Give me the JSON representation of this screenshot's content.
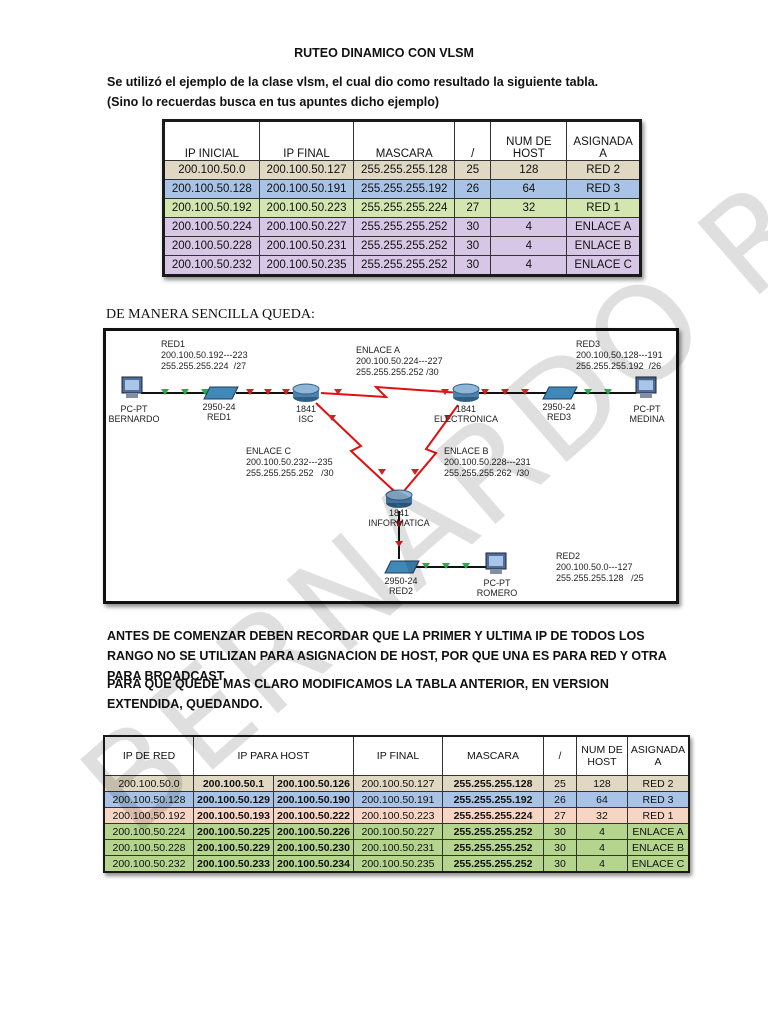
{
  "title": "RUTEO DINAMICO CON VLSM",
  "intro": "Se utilizó el ejemplo de la clase vlsm, el cual dio como resultado la siguiente tabla. (Sino lo recuerdas busca en tus apuntes dicho ejemplo)",
  "table1": {
    "headers": [
      "IP INICIAL",
      "IP FINAL",
      "MASCARA",
      "/",
      "NUM DE HOST",
      "ASIGNADA A"
    ],
    "rows": [
      {
        "c": [
          "200.100.50.0",
          "200.100.50.127",
          "255.255.255.128",
          "25",
          "128",
          "RED 2"
        ],
        "color": "#e1d8c4"
      },
      {
        "c": [
          "200.100.50.128",
          "200.100.50.191",
          "255.255.255.192",
          "26",
          "64",
          "RED 3"
        ],
        "color": "#a9c3e6"
      },
      {
        "c": [
          "200.100.50.192",
          "200.100.50.223",
          "255.255.255.224",
          "27",
          "32",
          "RED 1"
        ],
        "color": "#d3e6b0"
      },
      {
        "c": [
          "200.100.50.224",
          "200.100.50.227",
          "255.255.255.252",
          "30",
          "4",
          "ENLACE A"
        ],
        "color": "#d8c6e6"
      },
      {
        "c": [
          "200.100.50.228",
          "200.100.50.231",
          "255.255.255.252",
          "30",
          "4",
          "ENLACE B"
        ],
        "color": "#d8c6e6"
      },
      {
        "c": [
          "200.100.50.232",
          "200.100.50.235",
          "255.255.255.252",
          "30",
          "4",
          "ENLACE C"
        ],
        "color": "#d8c6e6"
      }
    ]
  },
  "simple_label": "DE MANERA SENCILLA QUEDA:",
  "diagram": {
    "red1": "RED1\n200.100.50.192---223\n255.255.255.224  /27",
    "enlace_a": "ENLACE A\n200.100.50.224---227\n255.255.255.252 /30",
    "red3": "RED3\n200.100.50.128---191\n255.255.255.192  /26",
    "enlace_c": "ENLACE C\n200.100.50.232---235\n255.255.255.252   /30",
    "enlace_b": "ENLACE B\n200.100.50.228---231\n255.255.255.262  /30",
    "red2": "RED2\n200.100.50.0---127\n255.255.255.128   /25",
    "pc_bernardo": "PC-PT\nBERNARDO",
    "sw_red1": "2950-24\nRED1",
    "r_isc": "1841\nISC",
    "r_electronica": "1841\nELECTRONICA",
    "sw_red3": "2950-24\nRED3",
    "pc_medina": "PC-PT\nMEDINA",
    "r_informatica": "1841\nINFORMATICA",
    "sw_red2": "2950-24\nRED2",
    "pc_romero": "PC-PT\nROMERO"
  },
  "note1": "ANTES DE COMENZAR DEBEN RECORDAR QUE LA PRIMER Y ULTIMA IP DE TODOS LOS RANGO NO SE UTILIZAN PARA ASIGNACION DE HOST, POR QUE UNA ES PARA RED Y OTRA PARA BROADCAST.",
  "note2": "PARA QUE QUEDE MAS CLARO MODIFICAMOS LA TABLA ANTERIOR, EN VERSION EXTENDIDA, QUEDANDO.",
  "table2": {
    "headers": [
      "IP DE RED",
      "IP PARA HOST",
      "IP FINAL",
      "MASCARA",
      "/",
      "NUM DE HOST",
      "ASIGNADA A"
    ],
    "rows": [
      {
        "c": [
          "200.100.50.0",
          "200.100.50.1",
          "200.100.50.126",
          "200.100.50.127",
          "255.255.255.128",
          "25",
          "128",
          "RED 2"
        ],
        "color": "#e1d8c4"
      },
      {
        "c": [
          "200.100.50.128",
          "200.100.50.129",
          "200.100.50.190",
          "200.100.50.191",
          "255.255.255.192",
          "26",
          "64",
          "RED 3"
        ],
        "color": "#a9c3e6"
      },
      {
        "c": [
          "200.100.50.192",
          "200.100.50.193",
          "200.100.50.222",
          "200.100.50.223",
          "255.255.255.224",
          "27",
          "32",
          "RED 1"
        ],
        "color": "#f7d5c4"
      },
      {
        "c": [
          "200.100.50.224",
          "200.100.50.225",
          "200.100.50.226",
          "200.100.50.227",
          "255.255.255.252",
          "30",
          "4",
          "ENLACE A"
        ],
        "color": "#b5d58e"
      },
      {
        "c": [
          "200.100.50.228",
          "200.100.50.229",
          "200.100.50.230",
          "200.100.50.231",
          "255.255.255.252",
          "30",
          "4",
          "ENLACE B"
        ],
        "color": "#b5d58e"
      },
      {
        "c": [
          "200.100.50.232",
          "200.100.50.233",
          "200.100.50.234",
          "200.100.50.235",
          "255.255.255.252",
          "30",
          "4",
          "ENLACE C"
        ],
        "color": "#b5d58e"
      }
    ]
  },
  "watermark": "BERNARDO R M"
}
